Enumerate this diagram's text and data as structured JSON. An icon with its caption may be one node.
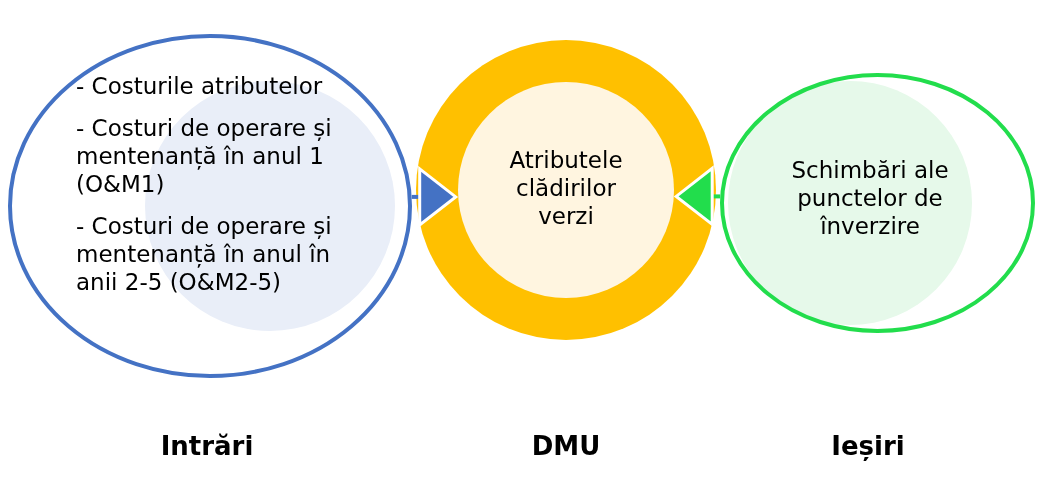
{
  "diagram": {
    "nodes": [
      {
        "text": [
          "- Costurile atributelor",
          "- Costuri de operare și mentenanță în anul 1 (O&M1)",
          "- Costuri de operare și mentenanță în anul în anii 2-5 (O&M2-5)"
        ],
        "beside": [
          "Intrări"
        ]
      },
      {
        "text": [
          "Atributele clădirilor verzi"
        ],
        "beside": [
          "DMU"
        ]
      },
      {
        "text": [
          "Schimbări ale punctelor de înverzire"
        ],
        "beside": [
          "Ieșiri"
        ]
      }
    ],
    "edges": [
      {
        "from": 0,
        "to": 1,
        "arrow": "to",
        "color": "#4472c4"
      },
      {
        "from": 2,
        "to": 1,
        "arrow": "to",
        "color": "#22dd4c"
      }
    ]
  }
}
